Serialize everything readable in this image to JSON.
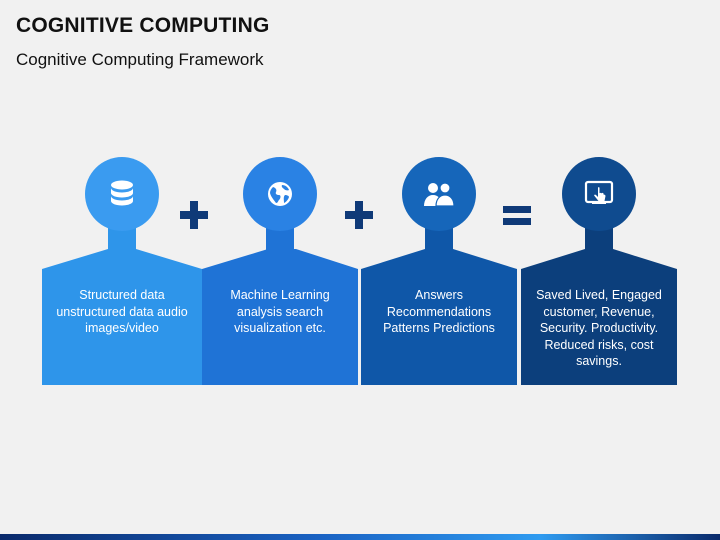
{
  "slide": {
    "title": "COGNITIVE COMPUTING",
    "subtitle": "Cognitive Computing Framework"
  },
  "steps": [
    {
      "text": "Structured data unstructured data audio images/video",
      "icon": "database-icon",
      "color": "#2e95ea",
      "circle": "#3a9bf0"
    },
    {
      "text": "Machine Learning analysis search visualization etc.",
      "icon": "globe-icon",
      "color": "#1f73d6",
      "circle": "#2a82e4"
    },
    {
      "text": "Answers Recommendations Patterns Predictions",
      "icon": "users-icon",
      "color": "#0f57a8",
      "circle": "#1666ba"
    },
    {
      "text": "Saved Lived, Engaged customer, Revenue, Security. Productivity. Reduced risks, cost savings.",
      "icon": "touch-screen-icon",
      "color": "#0c3f7c",
      "circle": "#0f4b8f"
    }
  ],
  "operators": [
    "plus",
    "plus",
    "equals"
  ],
  "colors": {
    "operator": "#0f3a78",
    "background": "#f1f1f1"
  }
}
